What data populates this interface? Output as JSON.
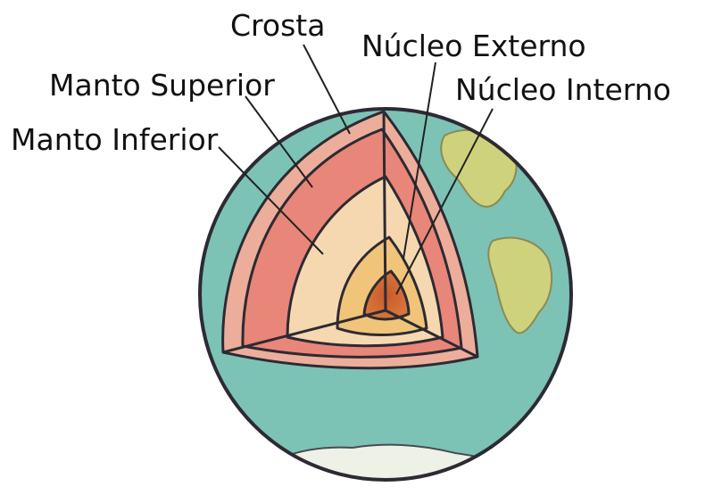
{
  "labels": {
    "crust": "Crosta",
    "outer_core": "Núcleo Externo",
    "upper_mantle": "Manto Superior",
    "inner_core": "Núcleo Interno",
    "lower_mantle": "Manto Inferior"
  },
  "colors": {
    "ocean": "#7cc3b5",
    "land": "#cfd27c",
    "crust": "#ecae9a",
    "upper_mantle": "#e88679",
    "lower_mantle": "#f6d8b0",
    "outer_core": "#f0c57a",
    "inner_core": "#d9743c",
    "outline": "#2d2a33"
  }
}
